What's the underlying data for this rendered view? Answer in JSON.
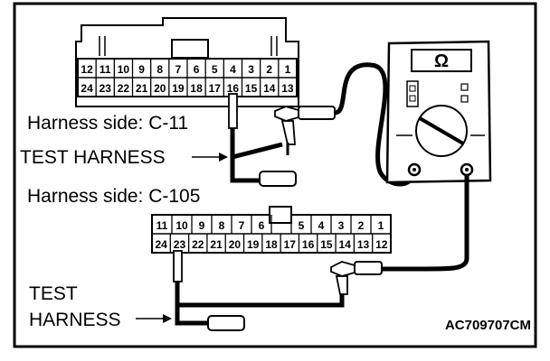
{
  "connector_c11": {
    "top_pins": [
      "12",
      "11",
      "10",
      "9",
      "8",
      "7",
      "6",
      "5",
      "4",
      "3",
      "2",
      "1"
    ],
    "bottom_pins": [
      "24",
      "23",
      "22",
      "21",
      "20",
      "19",
      "18",
      "17",
      "16",
      "15",
      "14",
      "13"
    ]
  },
  "connector_c105": {
    "top_pins": [
      "11",
      "10",
      "9",
      "8",
      "7",
      "6",
      "",
      "5",
      "4",
      "3",
      "2",
      "1"
    ],
    "bottom_pins": [
      "24",
      "23",
      "22",
      "21",
      "20",
      "19",
      "18",
      "17",
      "16",
      "15",
      "14",
      "13",
      "12"
    ]
  },
  "labels": {
    "harness_side_c11": "Harness side: C-11",
    "test_harness_1": "TEST HARNESS",
    "harness_side_c105": "Harness side: C-105",
    "test_harness_2_line1": "TEST",
    "test_harness_2_line2": "HARNESS",
    "figure_code": "AC709707CM"
  },
  "meter": {
    "symbol": "Ω"
  }
}
